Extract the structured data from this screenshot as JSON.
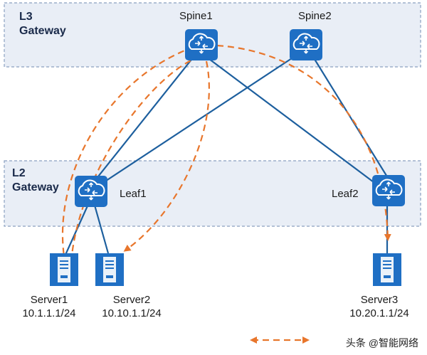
{
  "zones": {
    "l3": {
      "label": "L3\nGateway"
    },
    "l2": {
      "label": "L2\nGateway"
    }
  },
  "nodes": {
    "spine1": {
      "label": "Spine1",
      "icon": "switch-cloud-icon"
    },
    "spine2": {
      "label": "Spine2",
      "icon": "switch-cloud-icon"
    },
    "leaf1": {
      "label": "Leaf1",
      "icon": "switch-cloud-icon"
    },
    "leaf2": {
      "label": "Leaf2",
      "icon": "switch-cloud-icon"
    }
  },
  "servers": {
    "server1": {
      "name": "Server1",
      "ip": "10.1.1.1/24"
    },
    "server2": {
      "name": "Server2",
      "ip": "10.10.1.1/24"
    },
    "server3": {
      "name": "Server3",
      "ip": "10.20.1.1/24"
    }
  },
  "legend": {
    "arrow_icon": "dashed-orange-arrow-icon"
  },
  "watermark": "头条 @智能网络",
  "colors": {
    "zone_fill": "#e9eef6",
    "zone_border": "#8aa0c0",
    "device_fill": "#1f6fc4",
    "link": "#1d5f9e",
    "flow": "#e8762c"
  }
}
